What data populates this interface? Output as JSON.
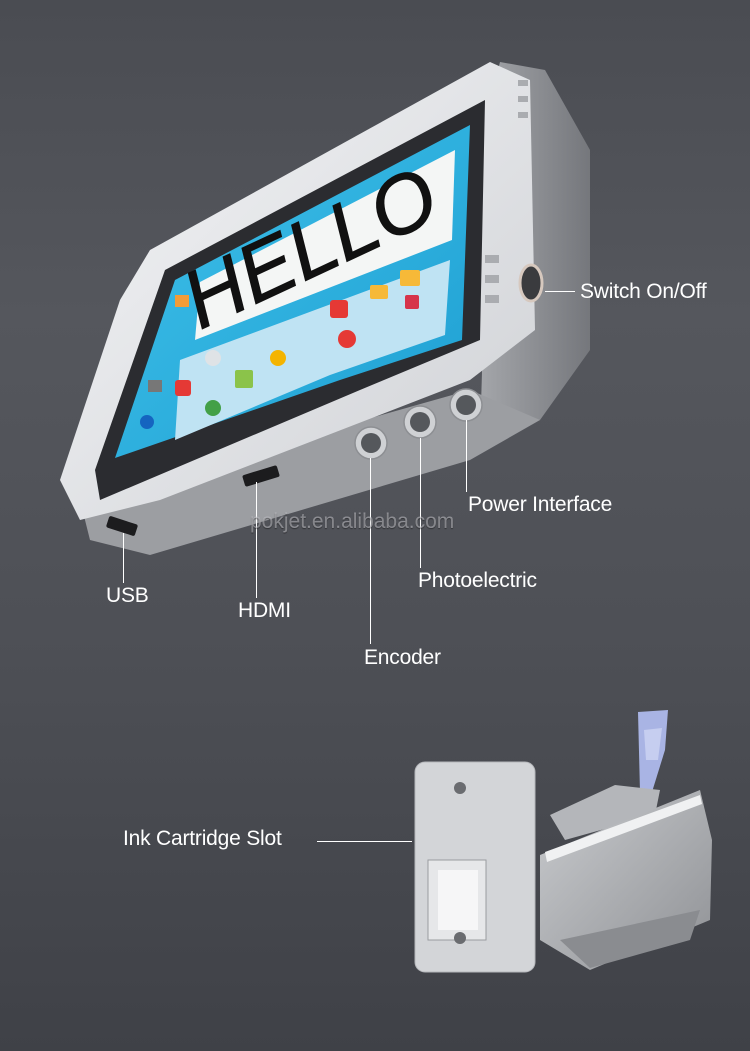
{
  "device": {
    "screen": {
      "display_text": "HELLO",
      "accent_color": "#27b5e2"
    },
    "labels": {
      "switch": "Switch On/Off",
      "power": "Power Interface",
      "photoelectric": "Photoelectric",
      "encoder": "Encoder",
      "usb": "USB",
      "hdmi": "HDMI"
    }
  },
  "cartridge": {
    "label": "Ink Cartridge Slot"
  },
  "watermark": "pokjet.en.alibaba.com",
  "colors": {
    "background": "#4e5056",
    "label_text": "#ffffff",
    "device_body": "#e8e9ec",
    "clip": "#a9b4e4"
  }
}
